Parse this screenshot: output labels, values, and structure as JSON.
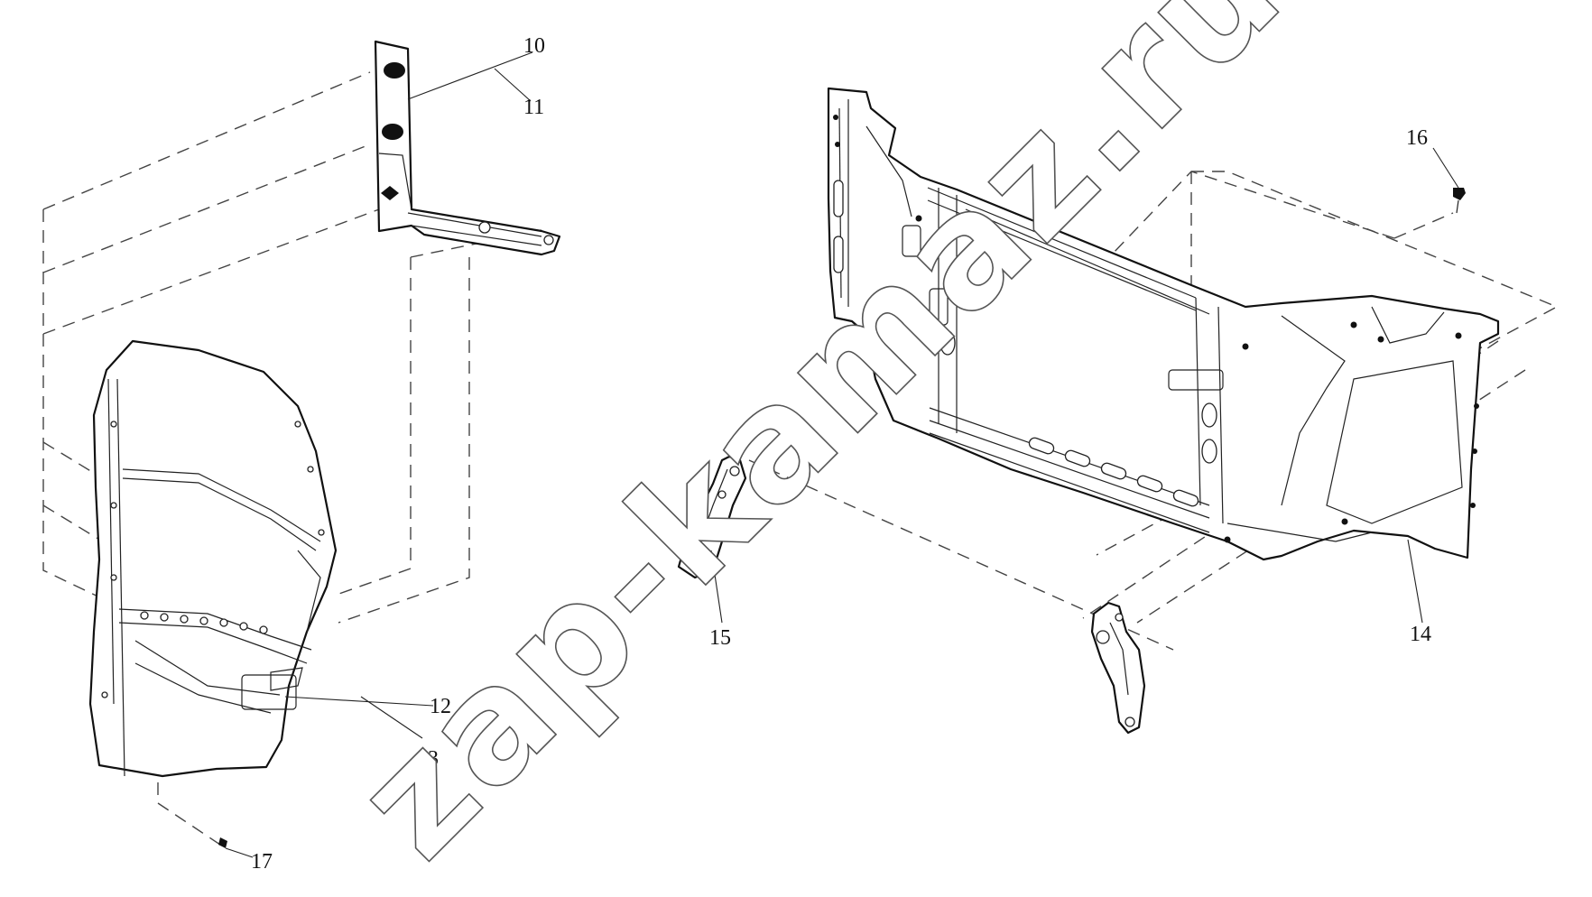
{
  "diagram": {
    "callouts": [
      {
        "id": "c10",
        "label": "10"
      },
      {
        "id": "c11",
        "label": "11"
      },
      {
        "id": "c12",
        "label": "12"
      },
      {
        "id": "c13",
        "label": "13"
      },
      {
        "id": "c14",
        "label": "14"
      },
      {
        "id": "c15",
        "label": "15"
      },
      {
        "id": "c16",
        "label": "16"
      },
      {
        "id": "c17",
        "label": "17"
      }
    ],
    "watermark": "zap-kamaz.ru"
  }
}
